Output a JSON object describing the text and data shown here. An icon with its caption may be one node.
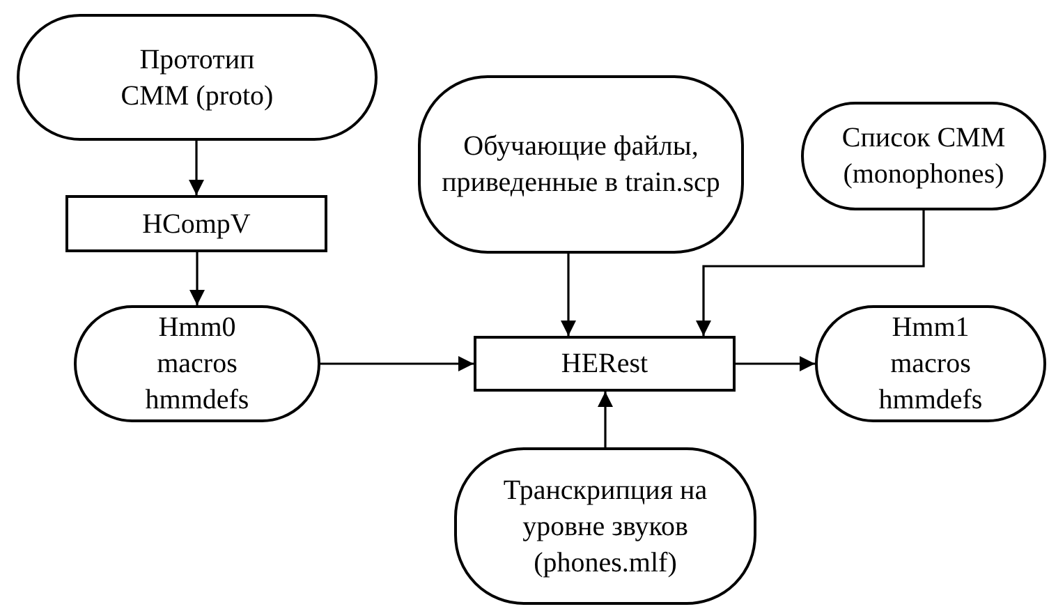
{
  "diagram": {
    "nodes": [
      {
        "text": [
          "Прототип СММ (proto)"
        ]
      },
      {
        "text": [
          "HCompV"
        ]
      },
      {
        "text": [
          "Hmm0 macros hmmdefs"
        ]
      },
      {
        "text": [
          "Обучающие файлы, приведенные в train.scp"
        ]
      },
      {
        "text": [
          "Список СММ (monophones)"
        ]
      },
      {
        "text": [
          "HERest"
        ]
      },
      {
        "text": [
          "Hmm1 macros hmmdefs"
        ]
      },
      {
        "text": [
          "Транскрипция на уровне звуков (phones.mlf)"
        ]
      }
    ],
    "edges": [
      {
        "from": 0,
        "to": 1,
        "arrow": "to"
      },
      {
        "from": 1,
        "to": 2,
        "arrow": "to"
      },
      {
        "from": 2,
        "to": 5,
        "arrow": "to"
      },
      {
        "from": 3,
        "to": 5,
        "arrow": "to"
      },
      {
        "from": 4,
        "to": 5,
        "arrow": "to"
      },
      {
        "from": 5,
        "to": 6,
        "arrow": "to"
      },
      {
        "from": 7,
        "to": 5,
        "arrow": "to"
      }
    ]
  }
}
